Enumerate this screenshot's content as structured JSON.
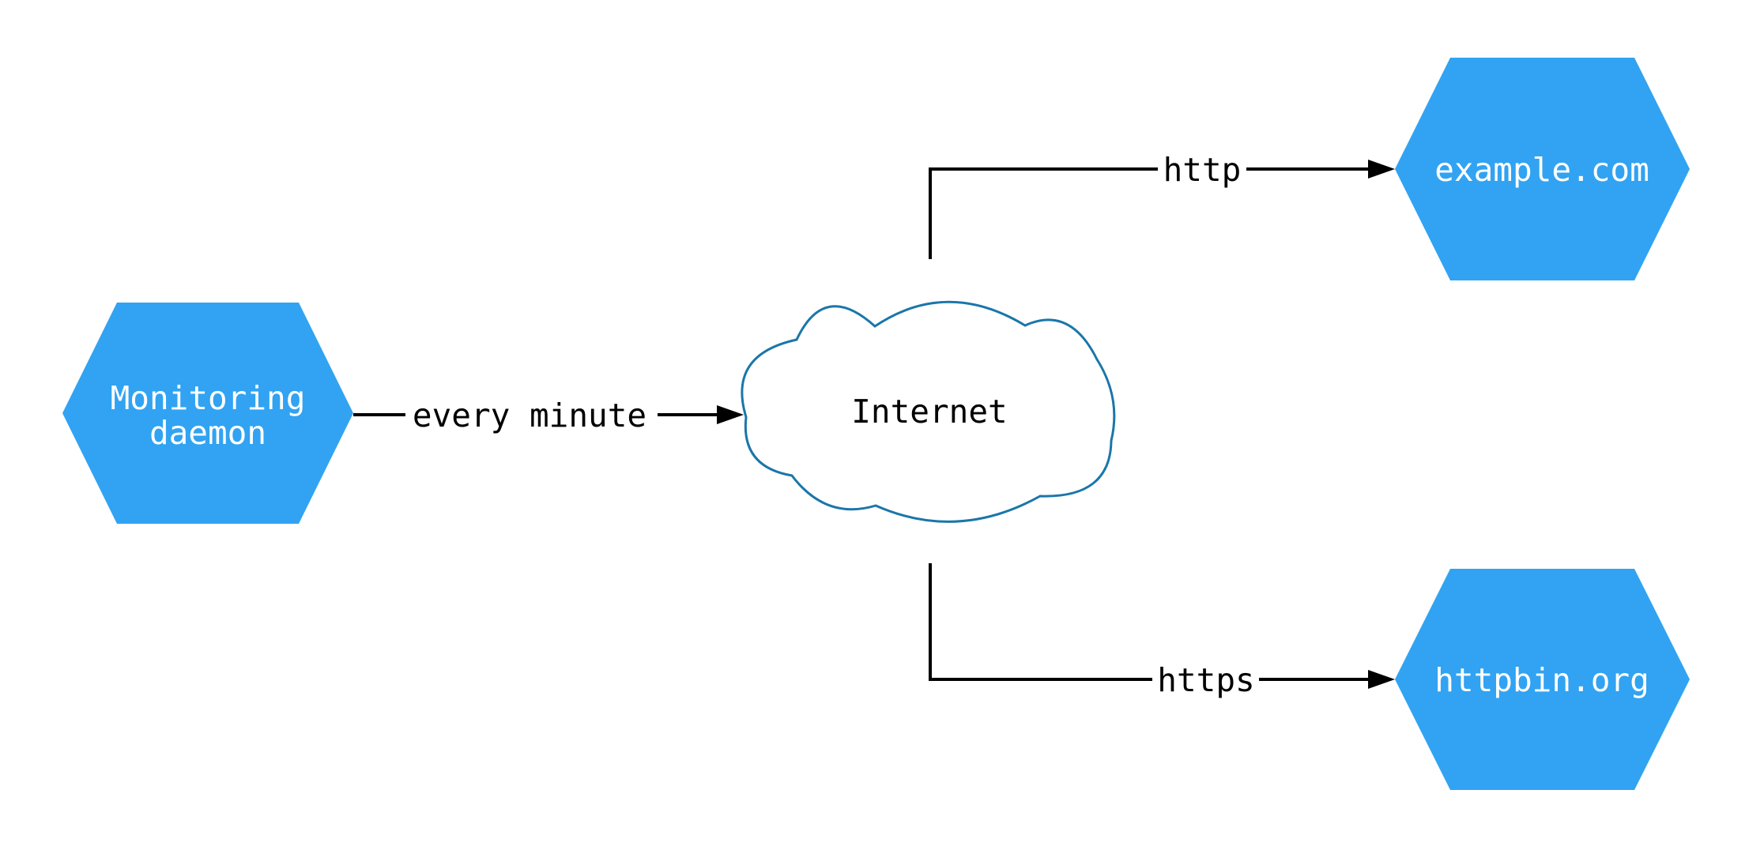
{
  "diagram": {
    "colors": {
      "background": "#ffffff",
      "node_fill": "#31a3f2",
      "node_text": "#ffffff",
      "cloud_fill": "#ffffff",
      "cloud_stroke": "#1a76aa",
      "edge": "#000000",
      "edge_text": "#000000"
    },
    "nodes": {
      "monitoring_daemon": {
        "lines": [
          "Monitoring",
          "daemon"
        ]
      },
      "internet": {
        "label": "Internet"
      },
      "example_com": {
        "label": "example.com"
      },
      "httpbin_org": {
        "label": "httpbin.org"
      }
    },
    "edges": {
      "every_minute": {
        "label": "every minute"
      },
      "http": {
        "label": "http"
      },
      "https": {
        "label": "https"
      }
    }
  }
}
